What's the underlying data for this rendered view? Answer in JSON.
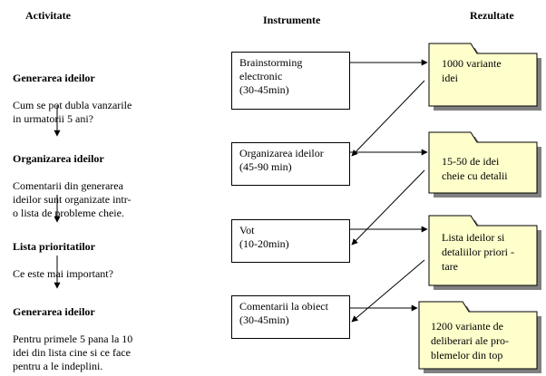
{
  "headers": {
    "activities": "Activitate",
    "tools": "Instrumente",
    "results": "Rezultate"
  },
  "activities": [
    {
      "title": "Generarea ideilor",
      "body": "Cum se pot dubla vanzarile\nin urmatorii 5 ani?"
    },
    {
      "title": "Organizarea ideilor",
      "body": "Comentarii din generarea\nideilor sunt organizate intr-\no lista de probleme cheie."
    },
    {
      "title": "Lista prioritatilor",
      "body": "Ce este mai important?"
    },
    {
      "title": "Generarea ideilor",
      "body": "Pentru primele 5 pana la 10\nidei din lista cine si ce face\npentru a le indeplini."
    }
  ],
  "tools": [
    {
      "text": "Brainstorming\nelectronic\n(30-45min)"
    },
    {
      "text": "Organizarea ideilor\n(45-90 min)"
    },
    {
      "text": "Vot\n(10-20min)"
    },
    {
      "text": "Comentarii la obiect\n(30-45min)"
    }
  ],
  "results": [
    {
      "text": "1000 variante\nidei"
    },
    {
      "text": "15-50 de idei\ncheie cu detalii"
    },
    {
      "text": "Lista ideilor si\ndetaliilor priori -\ntare"
    },
    {
      "text": "1200 variante de\ndeliberari ale pro-\nblemelor din top"
    }
  ],
  "colors": {
    "result_fill": "#ffffcc",
    "shadow": "#808080",
    "stroke": "#000000"
  }
}
